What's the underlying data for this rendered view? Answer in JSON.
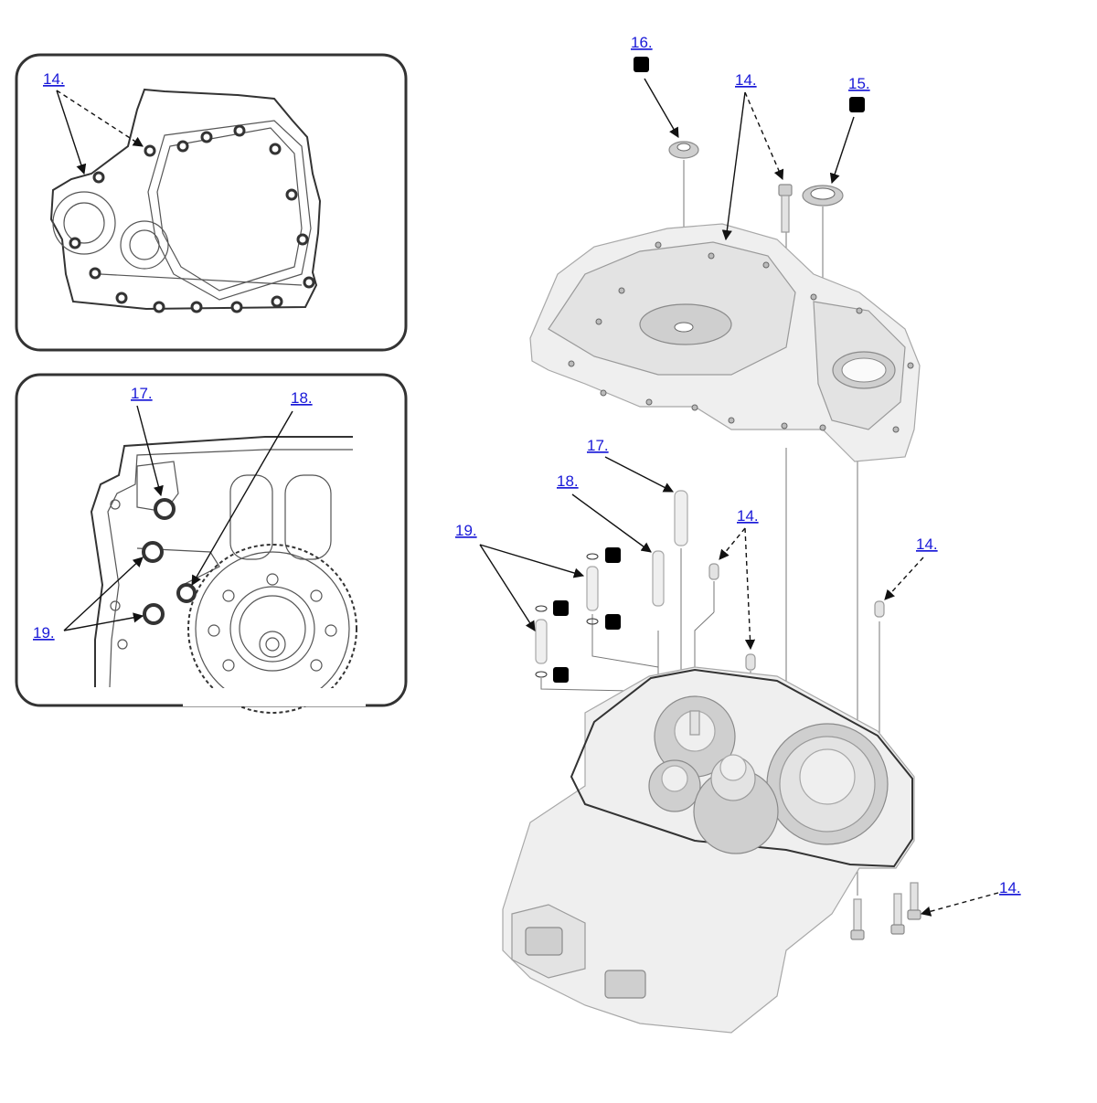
{
  "callouts": {
    "c14": "14.",
    "c15": "15.",
    "c16": "16.",
    "c17": "17.",
    "c18": "18.",
    "c19": "19."
  },
  "icons": {
    "replace_badge": "x-in-square-icon"
  },
  "colors": {
    "callout_link": "#1a1ad8",
    "frame": "#333333"
  }
}
